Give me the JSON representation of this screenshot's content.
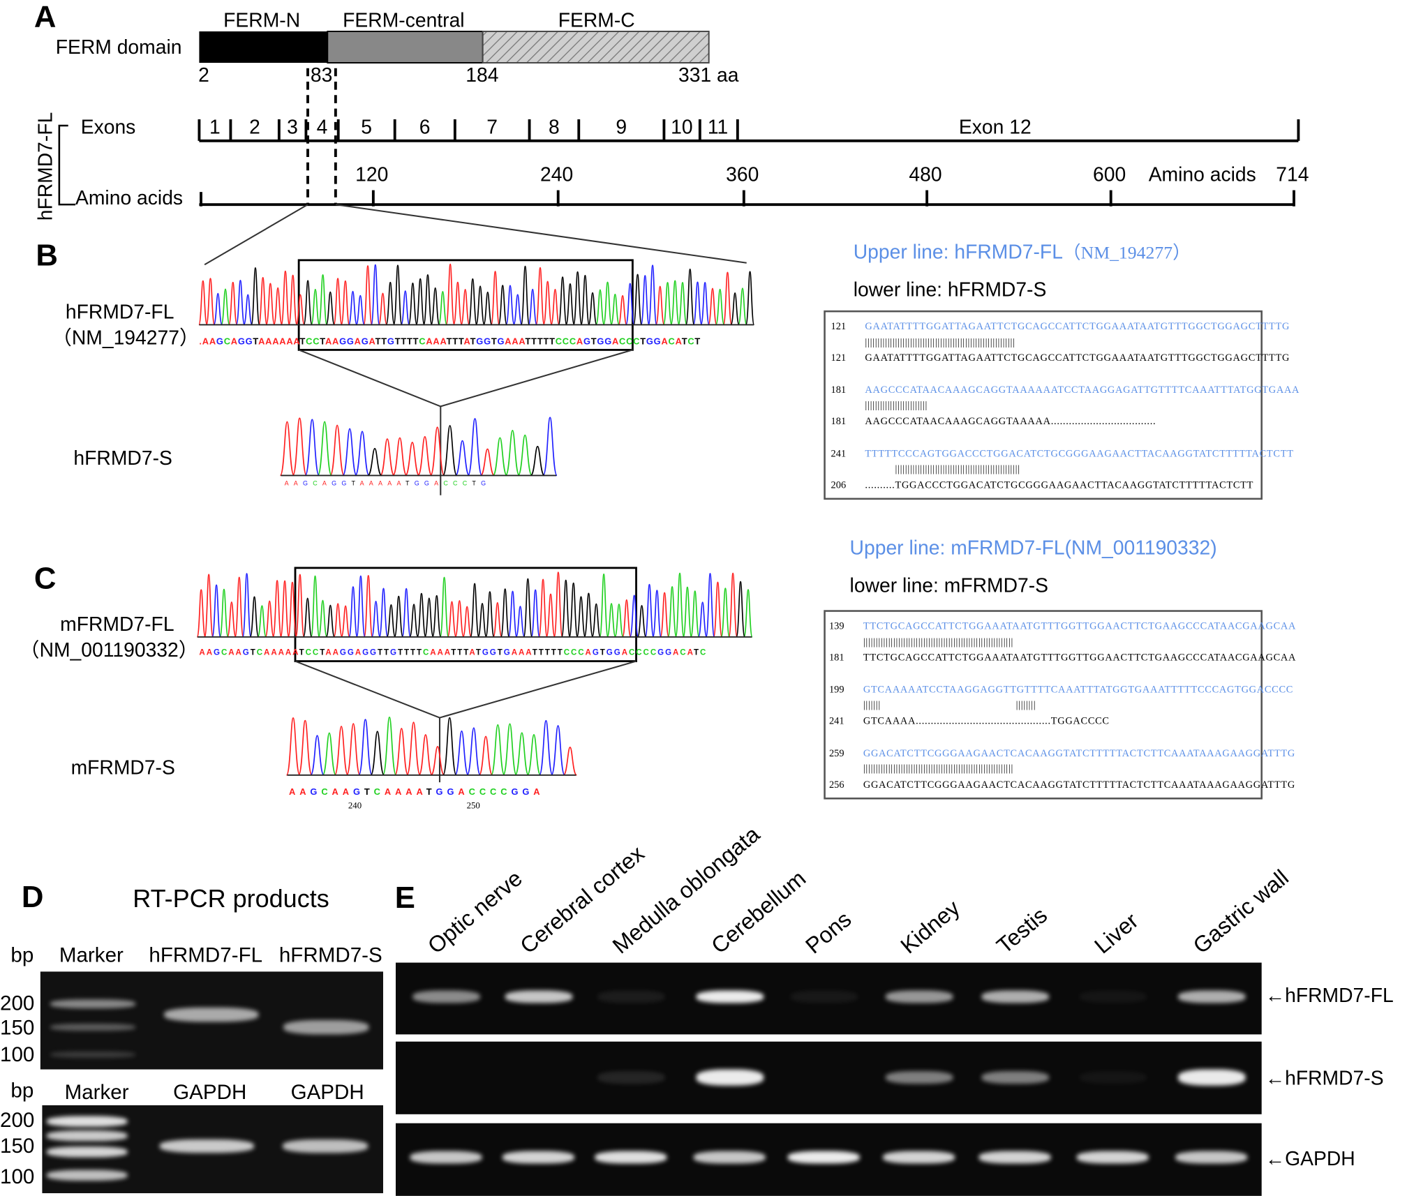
{
  "panels": {
    "a": "A",
    "b": "B",
    "c": "C",
    "d": "D",
    "e": "E"
  },
  "ferm": {
    "title": "FERM domain",
    "n": "FERM-N",
    "central": "FERM-central",
    "c": "FERM-C",
    "pos": [
      "2",
      "83",
      "184",
      "331 aa"
    ],
    "colors": {
      "n": "#000000",
      "central": "#888888",
      "c": "#bbbbbb"
    }
  },
  "gene": {
    "name": "hFRMD7-FL",
    "exons_label": "Exons",
    "aa_label": "Amino acids",
    "aa_label_right": "Amino acids",
    "exons": [
      "1",
      "2",
      "3",
      "4",
      "5",
      "6",
      "7",
      "8",
      "9",
      "10",
      "11",
      "Exon 12"
    ],
    "aa_ticks": [
      "120",
      "240",
      "360",
      "480",
      "600",
      "714"
    ]
  },
  "b": {
    "fl_label": "hFRMD7-FL",
    "fl_acc": "（NM_194277）",
    "s_label": "hFRMD7-S",
    "fl_seq": ".AAGCAGGTAAAAAATCCTAAGGAGATTGTTTTCAAATTTATGGTGAAATTTTTCCCAGTGGACCCTGGACATCT",
    "s_seq": "AAGCAGGTAAAAATGGACCCTG",
    "upper": "Upper line: hFRMD7-FL",
    "upper_acc": "（NM_194277）",
    "lower": "lower line: hFRMD7-S",
    "alignment": [
      {
        "n1": "121",
        "up": "GAATATTTTGGATTAGAATTCTGCAGCCATTCTGGAAATAATGTTTGGCTGGAGCTTTTG",
        "bars": "||||||||||||||||||||||||||||||||||||||||||||||||||||||||||||",
        "n2": "121",
        "lo": "GAATATTTTGGATTAGAATTCTGCAGCCATTCTGGAAATAATGTTTGGCTGGAGCTTTTG"
      },
      {
        "n1": "181",
        "up": "AAGCCCATAACAAAGCAGGTAAAAAATCCTAAGGAGATTGTTTTCAAATTTATGGTGAAA",
        "bars": "|||||||||||||||||||||||||",
        "n2": "181",
        "lo": "AAGCCCATAACAAAGCAGGTAAAAA..................................."
      },
      {
        "n1": "241",
        "up": "TTTTTCCCAGTGGACCCTGGACATCTGCGGGAAGAACTTACAAGGTATCTTTTTACTCTT",
        "bars": "          ||||||||||||||||||||||||||||||||||||||||||||||||||",
        "n2": "206",
        "lo": "..........TGGACCCTGGACATCTGCGGGAAGAACTTACAAGGTATCTTTTTACTCTT"
      }
    ]
  },
  "c": {
    "fl_label": "mFRMD7-FL",
    "fl_acc": "（NM_001190332）",
    "s_label": "mFRMD7-S",
    "fl_seq": "AAGCAAGTCAAAAATCCTAAGGAGGTTGTTTTCAAATTTATGGTGAAATTTTTCCCAGTGGACCCCGGACATC",
    "s_seq": "AAGCAAGTCAAAATGGACCCCGGA",
    "s_ticks": [
      "240",
      "250"
    ],
    "upper": "Upper line: mFRMD7-FL(NM_001190332)",
    "lower": "lower line: mFRMD7-S",
    "alignment": [
      {
        "n1": "139",
        "up": "TTCTGCAGCCATTCTGGAAATAATGTTTGGTTGGAACTTCTGAAGCCCATAACGAAGCAA",
        "bars": "||||||||||||||||||||||||||||||||||||||||||||||||||||||||||||",
        "n2": "181",
        "lo": "TTCTGCAGCCATTCTGGAAATAATGTTTGGTTGGAACTTCTGAAGCCCATAACGAAGCAA"
      },
      {
        "n1": "199",
        "up": "GTCAAAAATCCTAAGGAGGTTGTTTTCAAATTTATGGTGAAATTTTTCCCAGTGGACCCC",
        "bars": "|||||||                                             ||||||||",
        "n2": "241",
        "lo": "GTCAAAA.............................................TGGACCCC"
      },
      {
        "n1": "259",
        "up": "GGACATCTTCGGGAAGAACTCACAAGGTATCTTTTTACTCTTCAAATAAAGAAGGATTTG",
        "bars": "||||||||||||||||||||||||||||||||||||||||||||||||||||||||||||",
        "n2": "256",
        "lo": "GGACATCTTCGGGAAGAACTCACAAGGTATCTTTTTACTCTTCAAATAAAGAAGGATTTG"
      }
    ]
  },
  "base_colors": {
    "A": "#ff2020",
    "C": "#20d020",
    "G": "#2020ff",
    "T": "#000000"
  },
  "d": {
    "title": "RT-PCR products",
    "bp": "bp",
    "gel1_lanes": [
      "Marker",
      "hFRMD7-FL",
      "hFRMD7-S"
    ],
    "gel2_lanes": [
      "Marker",
      "GAPDH",
      "GAPDH"
    ],
    "sizes": [
      "200",
      "150",
      "100"
    ]
  },
  "e": {
    "tissues": [
      "Optic nerve",
      "Cerebral cortex",
      "Medulla oblongata",
      "Cerebellum",
      "Pons",
      "Kidney",
      "Testis",
      "Liver",
      "Gastric wall"
    ],
    "rows": [
      {
        "label": "←hFRMD7-FL",
        "intensity": [
          0.55,
          0.8,
          0.08,
          1,
          0.06,
          0.6,
          0.7,
          0.05,
          0.7
        ]
      },
      {
        "label": "←hFRMD7-S",
        "intensity": [
          0,
          0,
          0.12,
          1,
          0,
          0.5,
          0.5,
          0.05,
          0.95
        ]
      },
      {
        "label": "←GAPDH",
        "intensity": [
          0.8,
          0.85,
          0.9,
          0.8,
          1,
          0.85,
          0.85,
          0.85,
          0.8
        ]
      }
    ]
  }
}
